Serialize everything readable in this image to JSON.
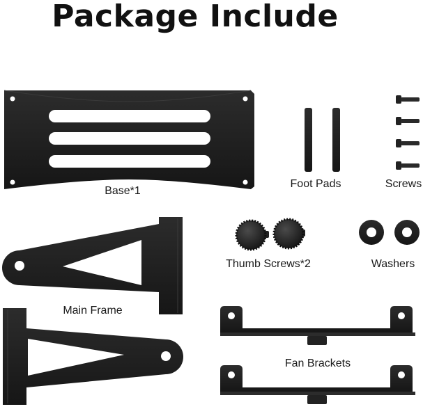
{
  "title": "Package Include",
  "colors": {
    "part": "#1e1e1e",
    "edge": "#3a3a3a",
    "text": "#1a1a1a"
  },
  "items": {
    "base": "Base*1",
    "foot_pads": "Foot Pads",
    "screws": "Screws",
    "thumb_screws": "Thumb Screws*2",
    "washers": "Washers",
    "main_frame": "Main Frame",
    "fan_brackets": "Fan Brackets"
  }
}
